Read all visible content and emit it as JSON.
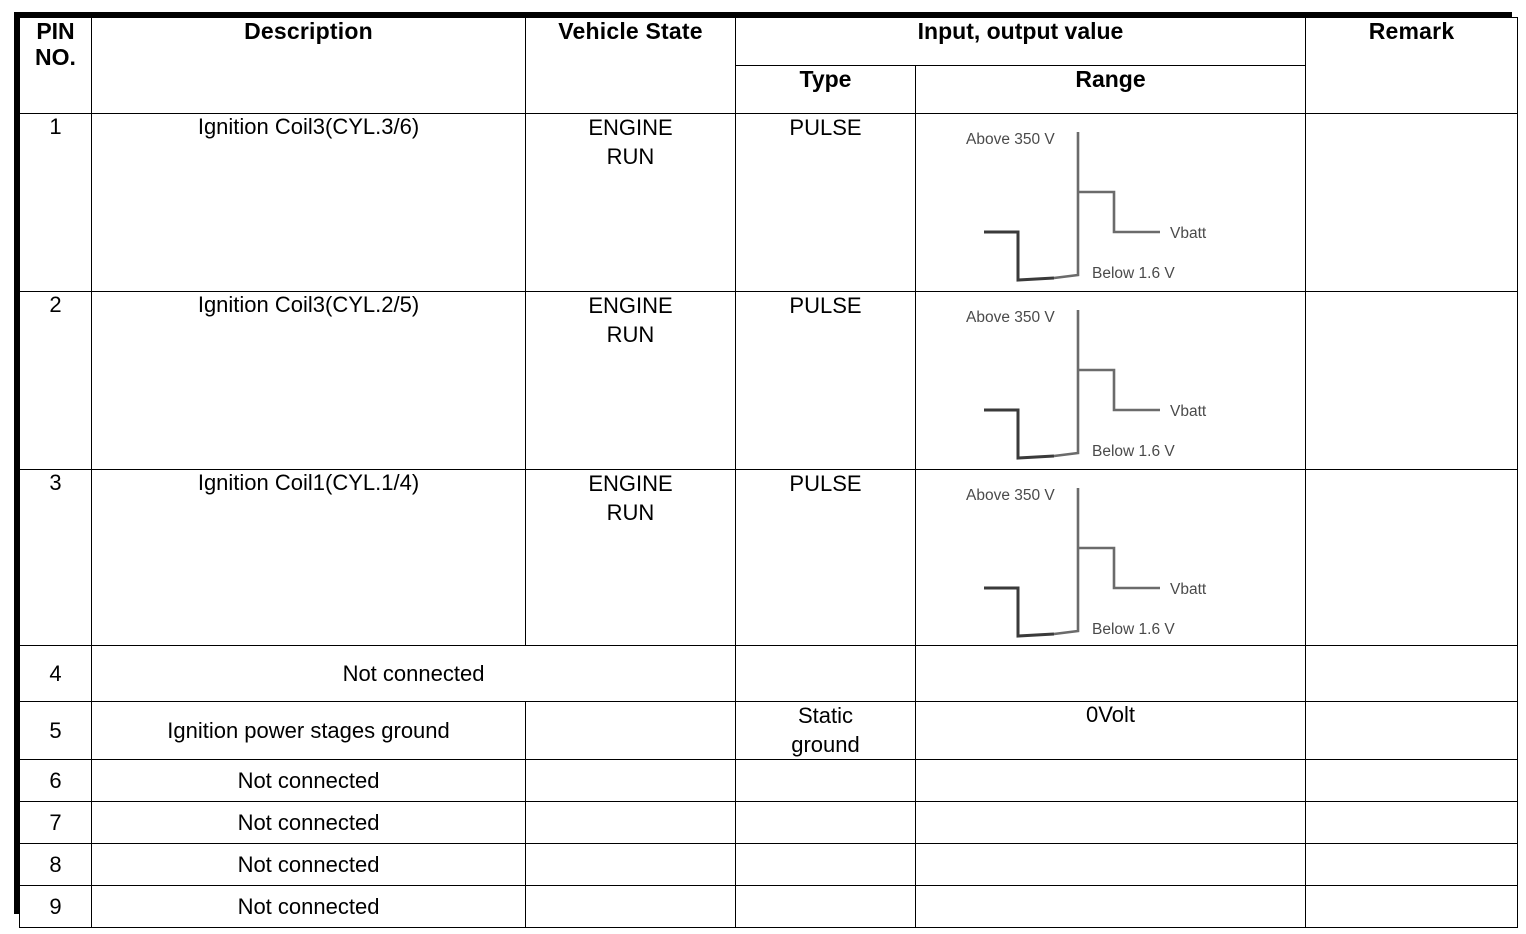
{
  "table": {
    "headers": {
      "pin_no": "PIN\nNO.",
      "pin_no_line1": "PIN",
      "pin_no_line2": "NO.",
      "description": "Description",
      "vehicle_state": "Vehicle State",
      "input_output_value": "Input, output value",
      "type": "Type",
      "range": "Range",
      "remark": "Remark"
    },
    "rows": [
      {
        "pin": "1",
        "description": "Ignition Coil3(CYL.3/6)",
        "vehicle_state_line1": "ENGINE",
        "vehicle_state_line2": "RUN",
        "type": "PULSE",
        "range_kind": "waveform",
        "remark": ""
      },
      {
        "pin": "2",
        "description": "Ignition Coil3(CYL.2/5)",
        "vehicle_state_line1": "ENGINE",
        "vehicle_state_line2": "RUN",
        "type": "PULSE",
        "range_kind": "waveform",
        "remark": ""
      },
      {
        "pin": "3",
        "description": "Ignition Coil1(CYL.1/4)",
        "vehicle_state_line1": "ENGINE",
        "vehicle_state_line2": "RUN",
        "type": "PULSE",
        "range_kind": "waveform",
        "remark": ""
      },
      {
        "pin": "4",
        "description": "Not connected",
        "vehicle_state_line1": "",
        "vehicle_state_line2": "",
        "type": "",
        "range_kind": "empty",
        "range": "",
        "remark": ""
      },
      {
        "pin": "5",
        "description": "Ignition power stages ground",
        "vehicle_state_line1": "",
        "vehicle_state_line2": "",
        "type_line1": "Static",
        "type_line2": "ground",
        "range_kind": "text",
        "range": "0Volt",
        "remark": ""
      },
      {
        "pin": "6",
        "description": "Not connected",
        "vehicle_state_line1": "",
        "type": "",
        "range_kind": "empty",
        "range": "",
        "remark": ""
      },
      {
        "pin": "7",
        "description": "Not connected",
        "vehicle_state_line1": "",
        "type": "",
        "range_kind": "empty",
        "range": "",
        "remark": ""
      },
      {
        "pin": "8",
        "description": "Not connected",
        "vehicle_state_line1": "",
        "type": "",
        "range_kind": "empty",
        "range": "",
        "remark": ""
      },
      {
        "pin": "9",
        "description": "Not connected",
        "vehicle_state_line1": "",
        "type": "",
        "range_kind": "empty",
        "range": "",
        "remark": ""
      }
    ],
    "waveform": {
      "label_above": "Above 350 V",
      "label_vbatt": "Vbatt",
      "label_below": "Below 1.6 V"
    }
  },
  "colors": {
    "border": "#000000",
    "text": "#000000",
    "waveform_line": "#6b6b6b",
    "waveform_label": "#4a4a4a",
    "background": "#ffffff"
  }
}
